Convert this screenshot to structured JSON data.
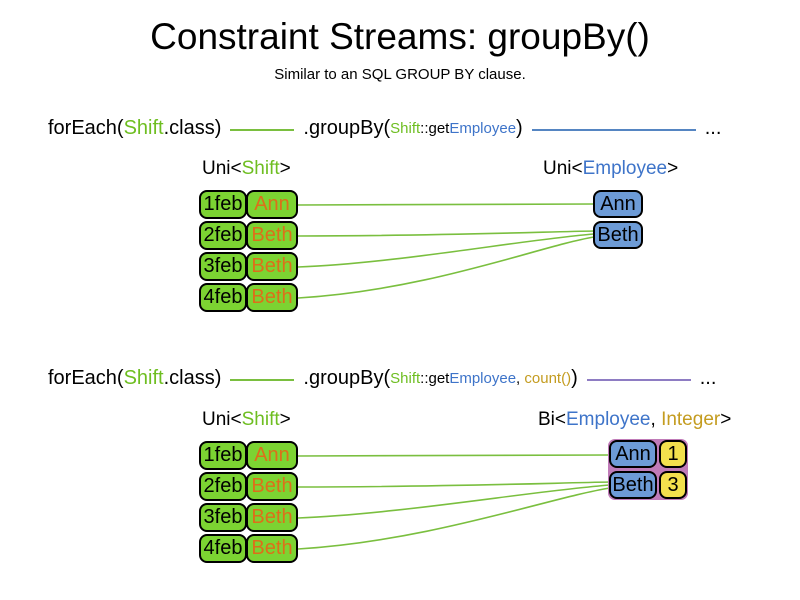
{
  "title": "Constraint Streams: groupBy()",
  "subtitle": "Similar to an SQL GROUP BY clause.",
  "colors": {
    "green_fill": "#7cd332",
    "blue_fill": "#6d9bd6",
    "yellow_fill": "#f3e04d",
    "purple_fill": "#c07bb8",
    "green_text": "#6ebe21",
    "blue_text": "#3e74c9",
    "gold_text": "#c49c20",
    "orange_text": "#dd6f1a",
    "green_line": "#7abf3f",
    "blue_line": "#5585c2",
    "purple_line": "#8e7cc3"
  },
  "pipeline1": {
    "foreach_pre": "forEach(",
    "foreach_arg": "Shift",
    "foreach_post": ".class)",
    "groupby_pre": ".groupBy(",
    "arg_class": "Shift",
    "arg_mid": "::get",
    "arg_type": "Employee",
    "groupby_post": ")",
    "ellipsis": "..."
  },
  "pipeline2": {
    "foreach_pre": "forEach(",
    "foreach_arg": "Shift",
    "foreach_post": ".class)",
    "groupby_pre": ".groupBy(",
    "arg_class": "Shift",
    "arg_mid": "::get",
    "arg_type": "Employee",
    "arg_sep": ", ",
    "arg_count": "count()",
    "groupby_post": ")",
    "ellipsis": "..."
  },
  "diagram1": {
    "left_label": {
      "pre": "Uni<",
      "type": "Shift",
      "post": ">"
    },
    "right_label": {
      "pre": "Uni<",
      "type": "Employee",
      "post": ">"
    },
    "rows": [
      {
        "date": "1feb",
        "name": "Ann"
      },
      {
        "date": "2feb",
        "name": "Beth"
      },
      {
        "date": "3feb",
        "name": "Beth"
      },
      {
        "date": "4feb",
        "name": "Beth"
      }
    ],
    "groups": [
      {
        "name": "Ann"
      },
      {
        "name": "Beth"
      }
    ]
  },
  "diagram2": {
    "left_label": {
      "pre": "Uni<",
      "type": "Shift",
      "post": ">"
    },
    "right_label": {
      "pre": "Bi<",
      "type1": "Employee",
      "sep": ", ",
      "type2": "Integer",
      "post": ">"
    },
    "rows": [
      {
        "date": "1feb",
        "name": "Ann"
      },
      {
        "date": "2feb",
        "name": "Beth"
      },
      {
        "date": "3feb",
        "name": "Beth"
      },
      {
        "date": "4feb",
        "name": "Beth"
      }
    ],
    "groups": [
      {
        "name": "Ann",
        "count": "1"
      },
      {
        "name": "Beth",
        "count": "3"
      }
    ]
  }
}
